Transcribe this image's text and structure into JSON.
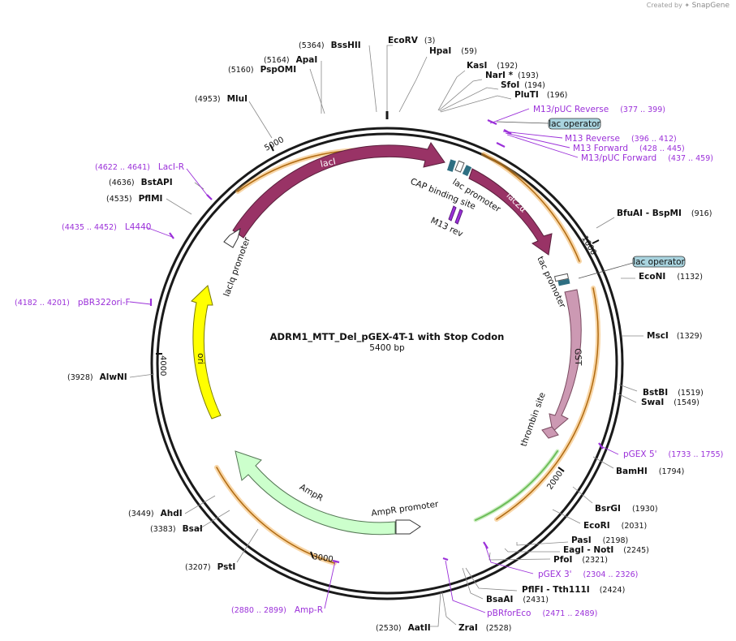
{
  "watermark": {
    "prefix": "Created by",
    "brand": "SnapGene"
  },
  "plasmid": {
    "name": "ADRM1_MTT_Del_pGEX-4T-1 with Stop Codon",
    "length_label": "5400 bp",
    "length": 5400
  },
  "ticks": [
    "1000",
    "2000",
    "3000",
    "4000",
    "5000"
  ],
  "sites": [
    {
      "name": "EcoRV",
      "pos": "(3)"
    },
    {
      "name": "HpaI",
      "pos": "(59)"
    },
    {
      "name": "KasI",
      "pos": "(192)"
    },
    {
      "name": "NarI *",
      "pos": "(193)"
    },
    {
      "name": "SfoI",
      "pos": "(194)"
    },
    {
      "name": "PluTI",
      "pos": "(196)"
    },
    {
      "name": "BfuAI  -  BspMI",
      "pos": "(916)"
    },
    {
      "name": "EcoNI",
      "pos": "(1132)"
    },
    {
      "name": "MscI",
      "pos": "(1329)"
    },
    {
      "name": "BstBI",
      "pos": "(1519)"
    },
    {
      "name": "SwaI",
      "pos": "(1549)"
    },
    {
      "name": "BamHI",
      "pos": "(1794)"
    },
    {
      "name": "BsrGI",
      "pos": "(1930)"
    },
    {
      "name": "EcoRI",
      "pos": "(2031)"
    },
    {
      "name": "PasI",
      "pos": "(2198)"
    },
    {
      "name": "EagI  -  NotI",
      "pos": "(2245)"
    },
    {
      "name": "PfoI",
      "pos": "(2321)"
    },
    {
      "name": "PflFI  -  Tth111I",
      "pos": "(2424)"
    },
    {
      "name": "BsaAI",
      "pos": "(2431)"
    },
    {
      "name": "ZraI",
      "pos": "(2528)"
    },
    {
      "name": "AatII",
      "pos": "(2530)"
    },
    {
      "name": "PstI",
      "pos": "(3207)"
    },
    {
      "name": "BsaI",
      "pos": "(3383)"
    },
    {
      "name": "AhdI",
      "pos": "(3449)"
    },
    {
      "name": "AlwNI",
      "pos": "(3928)"
    },
    {
      "name": "PflMI",
      "pos": "(4535)"
    },
    {
      "name": "BstAPI",
      "pos": "(4636)"
    },
    {
      "name": "MluI",
      "pos": "(4953)"
    },
    {
      "name": "PspOMI",
      "pos": "(5160)"
    },
    {
      "name": "ApaI",
      "pos": "(5164)"
    },
    {
      "name": "BssHII",
      "pos": "(5364)"
    }
  ],
  "primers": [
    {
      "name": "M13/pUC Reverse",
      "range": "(377 .. 399)"
    },
    {
      "name": "M13 Reverse",
      "range": "(396 .. 412)"
    },
    {
      "name": "M13 Forward",
      "range": "(428 .. 445)"
    },
    {
      "name": "M13/pUC Forward",
      "range": "(437 .. 459)"
    },
    {
      "name": "pGEX 5'",
      "range": "(1733 .. 1755)"
    },
    {
      "name": "pGEX 3'",
      "range": "(2304 .. 2326)"
    },
    {
      "name": "pBRforEco",
      "range": "(2471 .. 2489)"
    },
    {
      "name": "Amp-R",
      "range": "(2880 .. 2899)"
    },
    {
      "name": "pBR322ori-F",
      "range": "(4182 .. 4201)"
    },
    {
      "name": "L4440",
      "range": "(4435 .. 4452)"
    },
    {
      "name": "LacI-R",
      "range": "(4622 .. 4641)"
    }
  ],
  "features": {
    "lacI": "lacI",
    "lacIq_promoter": "lacIq promoter",
    "lac_promoter": "lac promoter",
    "cap_site": "CAP binding site",
    "m13_rev": "M13 rev",
    "lacZa": "lacZα",
    "tac_promoter": "tac promoter",
    "lac_operator_1": "lac operator",
    "lac_operator_2": "lac operator",
    "gst": "GST",
    "thrombin": "thrombin site",
    "ori": "ori",
    "ampr": "AmpR",
    "ampr_promoter": "AmpR promoter"
  },
  "colors": {
    "backbone": "#1a1a1a",
    "lacI": "#993366",
    "gst": "#cc99b3",
    "ori": "#ffff00",
    "ampr": "#ccffcc",
    "primer": "#9b30d9",
    "orf": "#f0a53c",
    "orf_green": "#3a9a2a",
    "operator_fill": "#a9d4df",
    "teal": "#2e6f82"
  }
}
